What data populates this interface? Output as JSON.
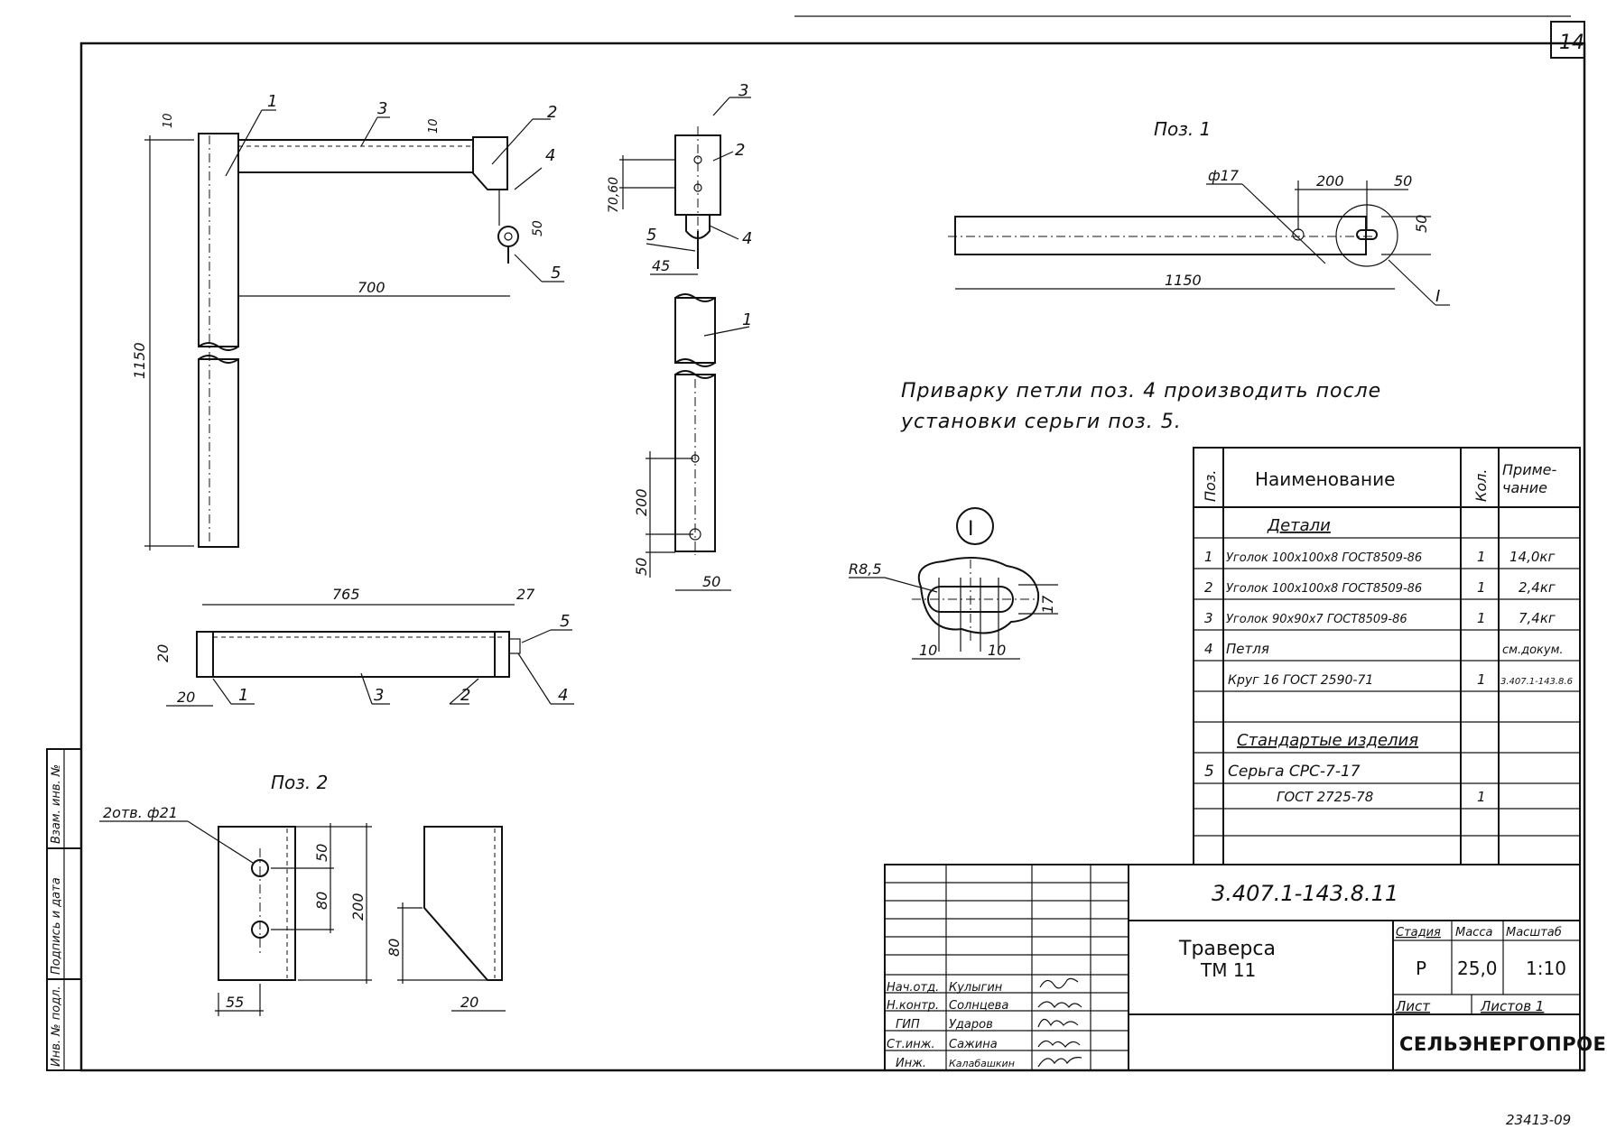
{
  "sheet_number": "14",
  "archive_number": "23413-09",
  "drawing_code": "3.407.1-143.8.11",
  "title_line1": "Траверса",
  "title_line2": "ТМ 11",
  "stage_label": "Стадия",
  "mass_label": "Масса",
  "scale_label": "Масштаб",
  "stage_value": "Р",
  "mass_value": "25,0",
  "scale_value": "1:10",
  "sheet_label": "Лист",
  "sheets_label": "Листов 1",
  "company": "СЕЛЬЭНЕРГОПРОЕКТ",
  "staff": [
    {
      "role": "Нач.отд.",
      "name": "Кулыгин"
    },
    {
      "role": "Н.контр.",
      "name": "Солнцева"
    },
    {
      "role": "ГИП",
      "name": "Ударов"
    },
    {
      "role": "Ст.инж.",
      "name": "Сажина"
    },
    {
      "role": "Инж.",
      "name": "Калабашкин"
    }
  ],
  "side_stamp": {
    "inv_podl": "Инв. № подл.",
    "podpis": "Подпись и дата",
    "vzam": "Взам. инв. №"
  },
  "note_line1": "Приварку петли поз. 4 производить после",
  "note_line2": "установки серьги поз. 5.",
  "spec": {
    "col_pos": "Поз.",
    "col_name": "Наименование",
    "col_qty": "Кол.",
    "col_note_1": "Приме-",
    "col_note_2": "чание",
    "section_details": "Детали",
    "section_standard": "Стандартые изделия",
    "rows": [
      {
        "pos": "1",
        "name": "Уголок 100x100x8 ГОСТ8509-86",
        "qty": "1",
        "note": "14,0кг"
      },
      {
        "pos": "2",
        "name": "Уголок 100x100x8 ГОСТ8509-86",
        "qty": "1",
        "note": "2,4кг"
      },
      {
        "pos": "3",
        "name": "Уголок 90x90x7 ГОСТ8509-86",
        "qty": "1",
        "note": "7,4кг"
      },
      {
        "pos": "4",
        "name": "Петля",
        "qty": "",
        "note": "см.докум."
      },
      {
        "pos": "",
        "name": "Круг 16 ГОСТ 2590-71",
        "qty": "1",
        "note": "3.407.1-143.8.6"
      }
    ],
    "std_pos": "5",
    "std_name": "Серьга СРС-7-17",
    "std_gost": "ГОСТ 2725-78",
    "std_qty": "1"
  },
  "views": {
    "pos1_title": "Поз. 1",
    "pos2_title": "Поз. 2",
    "detail_mark": "I",
    "hole_label": "ф17",
    "hole2_label": "2отв. ф21",
    "radius_label": "R8,5"
  },
  "dims": {
    "d10": "10",
    "d700": "700",
    "d1150": "1150",
    "d50": "50",
    "d70_60": "70,60",
    "d45": "45",
    "d200": "200",
    "d765": "765",
    "d27": "27",
    "d20": "20",
    "d17": "17",
    "d80": "80",
    "d55": "55"
  },
  "callouts": {
    "c1": "1",
    "c2": "2",
    "c3": "3",
    "c4": "4",
    "c5": "5"
  }
}
